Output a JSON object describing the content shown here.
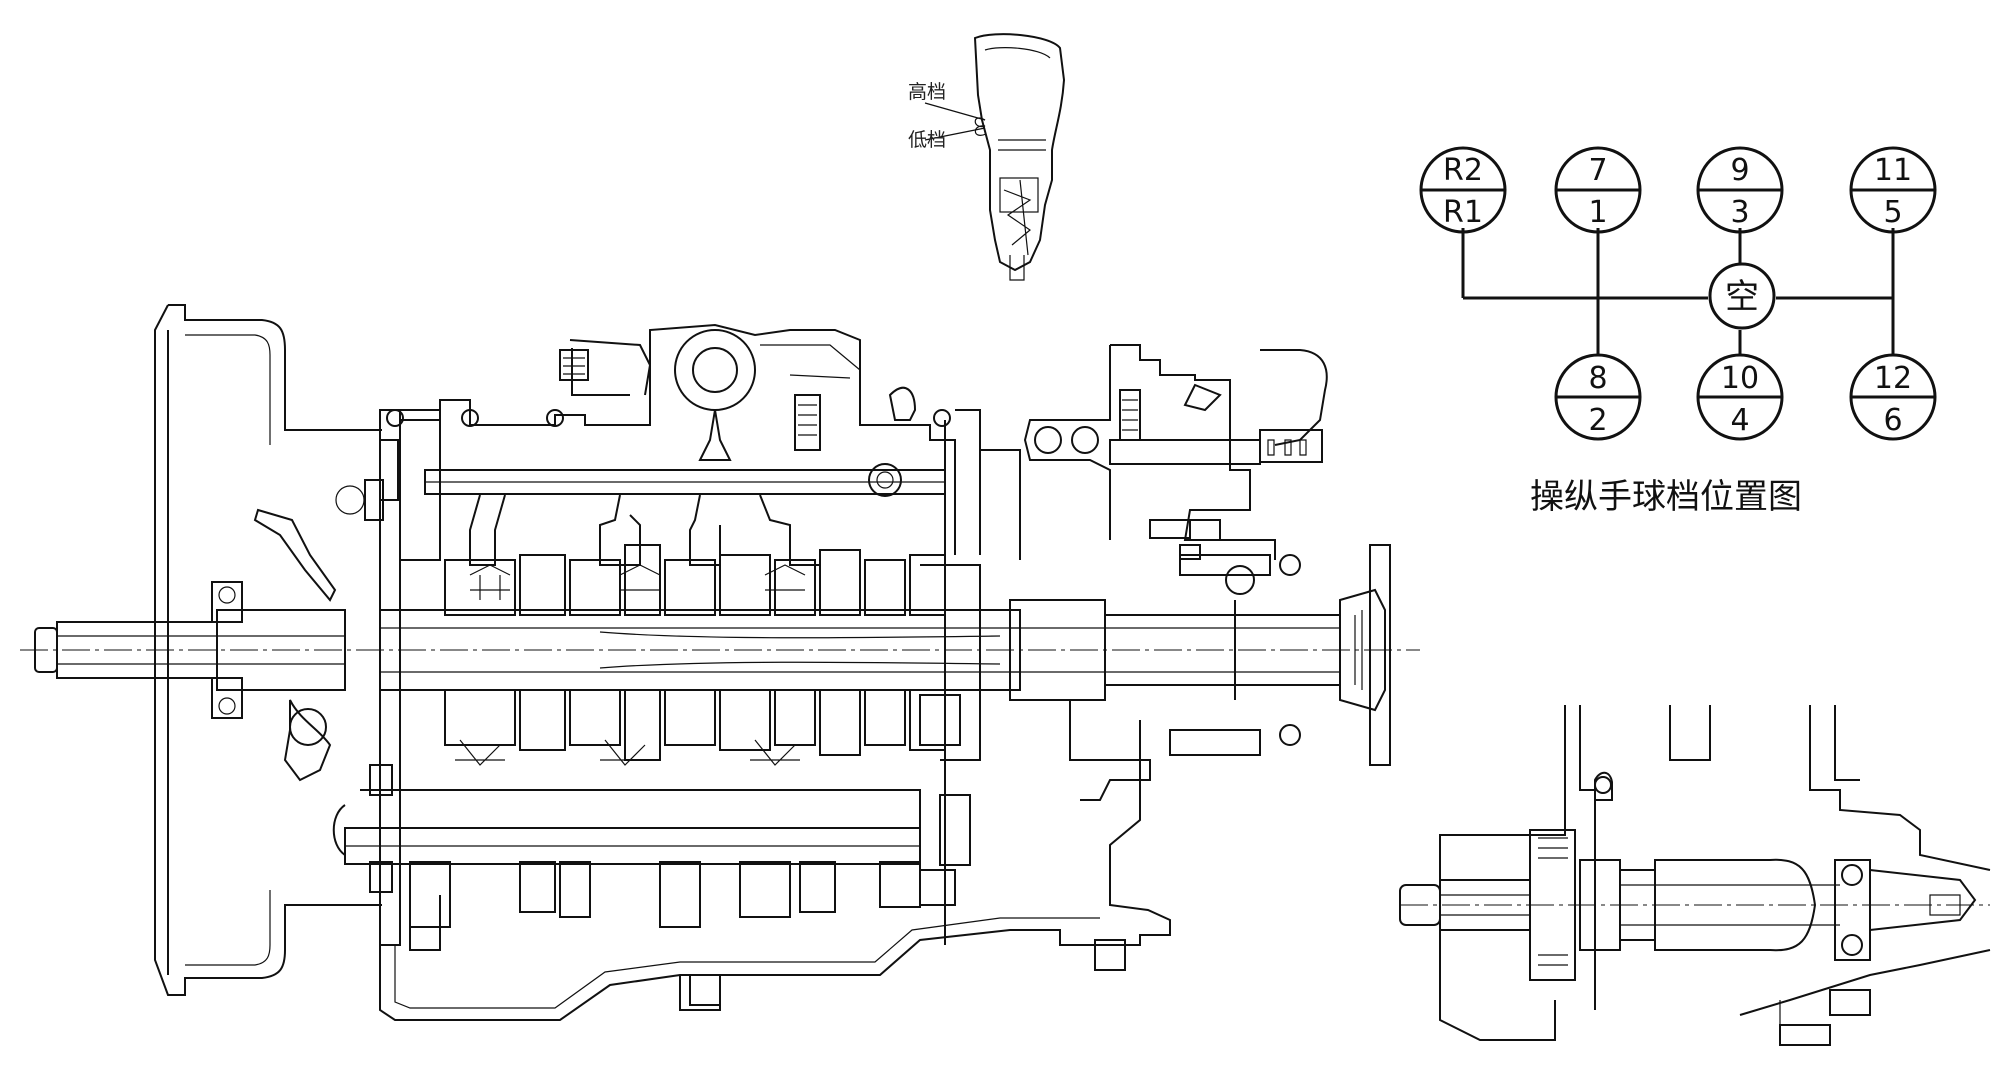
{
  "knob_labels": {
    "high": "高档",
    "low": "低档"
  },
  "shift_pattern": {
    "caption": "操纵手球档位置图",
    "neutral": "空",
    "positions": [
      {
        "id": "r",
        "top": "R2",
        "bottom": "R1"
      },
      {
        "id": "g71",
        "top": "7",
        "bottom": "1"
      },
      {
        "id": "g93",
        "top": "9",
        "bottom": "3"
      },
      {
        "id": "g115",
        "top": "11",
        "bottom": "5"
      },
      {
        "id": "g82",
        "top": "8",
        "bottom": "2"
      },
      {
        "id": "g104",
        "top": "10",
        "bottom": "4"
      },
      {
        "id": "g126",
        "top": "12",
        "bottom": "6"
      }
    ]
  }
}
